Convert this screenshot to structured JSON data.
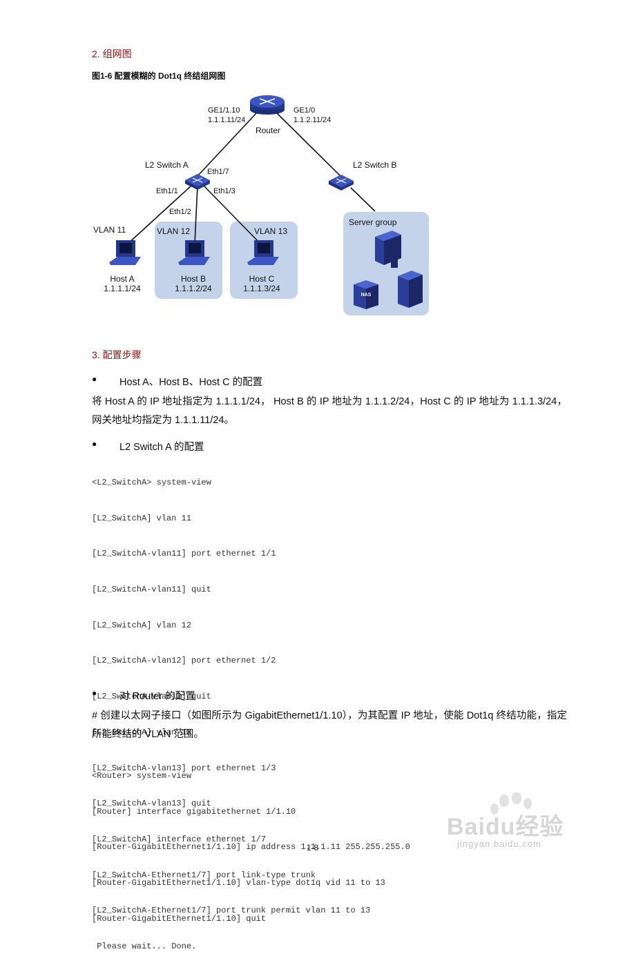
{
  "section2": {
    "title": "2. 组网图"
  },
  "figure": {
    "caption": "图1-6  配置模糊的 Dot1q 终结组网图",
    "router": {
      "label": "Router",
      "badge": "ROUTER",
      "left_if": "GE1/1.10",
      "left_ip": "1.1.1.11/24",
      "right_if": "GE1/0",
      "right_ip": "1.1.2.11/24"
    },
    "switch_a": {
      "label": "L2 Switch A",
      "port_up": "Eth1/7",
      "port_1": "Eth1/1",
      "port_2": "Eth1/2",
      "port_3": "Eth1/3"
    },
    "switch_b": {
      "label": "L2 Switch B"
    },
    "vlans": [
      "VLAN 11",
      "VLAN 12",
      "VLAN 13"
    ],
    "hosts": [
      {
        "name": "Host A",
        "ip": "1.1.1.1/24"
      },
      {
        "name": "Host B",
        "ip": "1.1.1.2/24"
      },
      {
        "name": "Host C",
        "ip": "1.1.1.3/24"
      }
    ],
    "server_group": {
      "label": "Server group",
      "nas": "NAS"
    }
  },
  "section3": {
    "title": "3. 配置步骤"
  },
  "bullets": {
    "hosts": "Host A、Host B、Host C 的配置",
    "switch_a": "L2 Switch A 的配置",
    "router": "对 Router 的配置"
  },
  "para_hosts": "将 Host A 的 IP 地址指定为 1.1.1.1/24， Host B 的 IP 地址为 1.1.1.2/24，Host C 的 IP 地址为 1.1.1.3/24，网关地址均指定为 1.1.1.11/24。",
  "code_switch": [
    "<L2_SwitchA> system-view",
    "[L2_SwitchA] vlan 11",
    "[L2_SwitchA-vlan11] port ethernet 1/1",
    "[L2_SwitchA-vlan11] quit",
    "[L2_SwitchA] vlan 12",
    "[L2_SwitchA-vlan12] port ethernet 1/2",
    "[L2_SwitchA-vlan12] quit",
    "[L2_SwitchA] vlan 13",
    "[L2_SwitchA-vlan13] port ethernet 1/3",
    "[L2_SwitchA-vlan13] quit",
    "[L2_SwitchA] interface ethernet 1/7",
    "[L2_SwitchA-Ethernet1/7] port link-type trunk",
    "[L2_SwitchA-Ethernet1/7] port trunk permit vlan 11 to 13",
    " Please wait... Done."
  ],
  "para_router": "# 创建以太网子接口（如图所示为 GigabitEthernet1/1.10），为其配置 IP 地址，使能 Dot1q 终结功能，指定所能终结的 VLAN 范围。",
  "code_router": [
    "<Router> system-view",
    "[Router] interface gigabitethernet 1/1.10",
    "[Router-GigabitEthernet1/1.10] ip address 1.1.1.11 255.255.255.0",
    "[Router-GigabitEthernet1/1.10] vlan-type dot1q vid 11 to 13",
    "[Router-GigabitEthernet1/1.10] quit"
  ],
  "page_number": "1-8",
  "watermark": {
    "brand": "Baidu经验",
    "url": "jingyan.baidu.com"
  },
  "colors": {
    "heading": "#8a1414",
    "vlan_box": "#c5d3ea",
    "device_blue": "#2b3f9a"
  }
}
